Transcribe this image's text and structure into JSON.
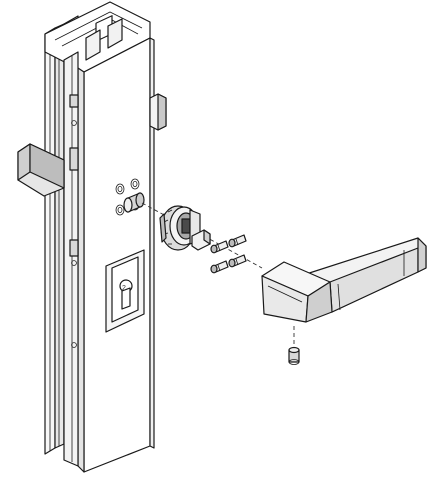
{
  "diagram": {
    "kind": "exploded-assembly",
    "palette": {
      "background": "#ffffff",
      "line": "#1a1a1a",
      "light_fill": "#f4f4f4",
      "mid_fill": "#dcdcdc",
      "dark_fill": "#9a9a9a",
      "handle_fill": "#e6e6e6"
    },
    "parts": [
      "aluminium-door-profile",
      "lock-strike-tongue",
      "profile-bracket",
      "euro-cylinder-escutcheon",
      "spring-cassette-rosette",
      "square-spindle",
      "mounting-screws",
      "washer-rings",
      "lever-handle",
      "grub-screw"
    ]
  }
}
